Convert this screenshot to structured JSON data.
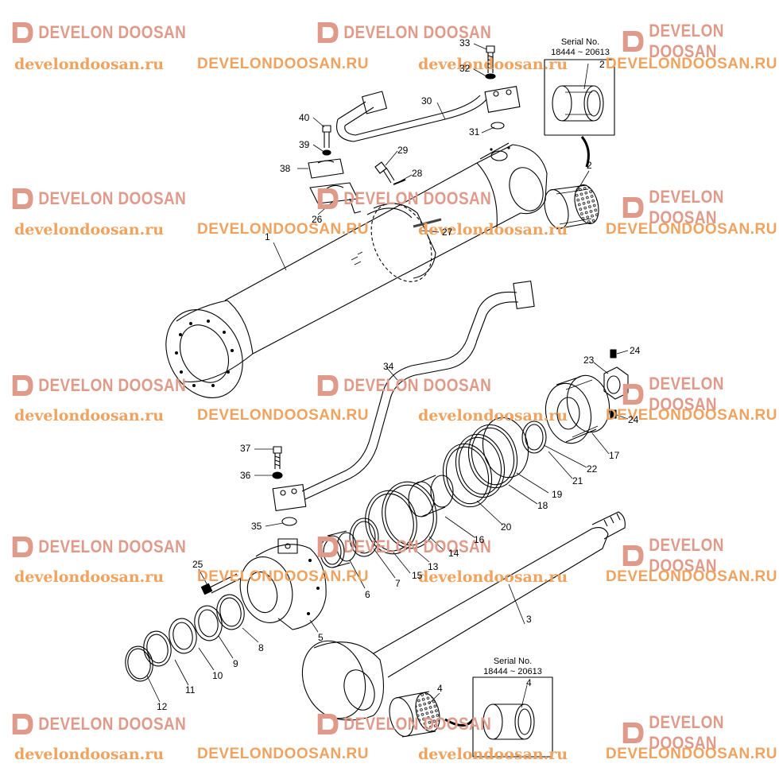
{
  "watermark": {
    "brand": "DEVELON DOOSAN",
    "url_lower": "develondoosan.ru",
    "url_upper": "DEVELONDOOSAN.RU",
    "brand_color": "#e09a8a",
    "url_color": "#f0a25f"
  },
  "insets": [
    {
      "title": "Serial No.",
      "range": "18444 ~ 20613",
      "part": "2"
    },
    {
      "title": "Serial No.",
      "range": "18444 ~ 20613",
      "part": "4"
    }
  ],
  "callouts": [
    "1",
    "2",
    "3",
    "4",
    "5",
    "6",
    "7",
    "8",
    "9",
    "10",
    "11",
    "12",
    "13",
    "14",
    "15",
    "16",
    "17",
    "18",
    "19",
    "20",
    "21",
    "22",
    "23",
    "24",
    "25",
    "26",
    "27",
    "28",
    "29",
    "30",
    "31",
    "32",
    "33",
    "34",
    "35",
    "36",
    "37",
    "38",
    "39",
    "40"
  ]
}
